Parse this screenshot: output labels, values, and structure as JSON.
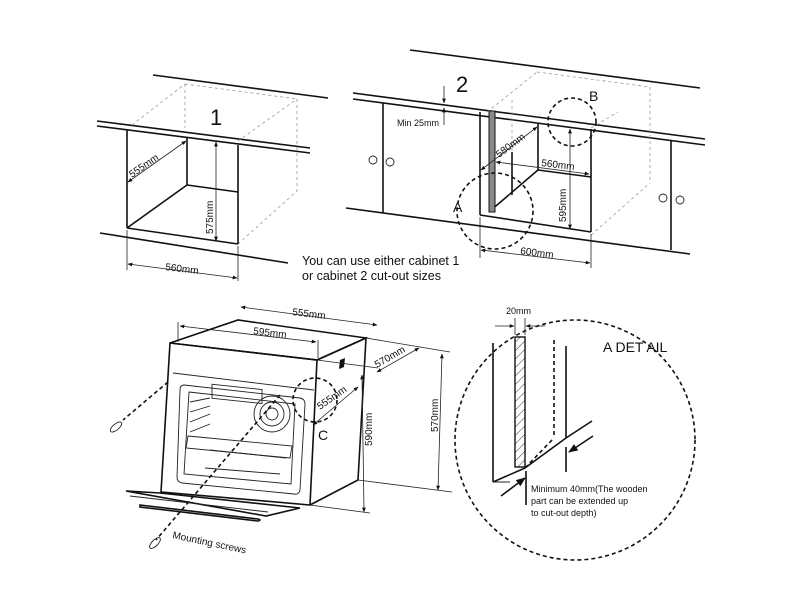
{
  "figure": {
    "cabinet1": {
      "number": "1",
      "depth": "555mm",
      "height": "575mm",
      "width": "560mm"
    },
    "cabinet2": {
      "number": "2",
      "min_gap": "Min 25mm",
      "depth": "580mm",
      "width": "560mm",
      "height": "595mm",
      "outer_width": "600mm",
      "callout_a": "A",
      "callout_b": "B"
    },
    "note": {
      "line1": "You can use either cabinet 1",
      "line2": "or cabinet 2 cut-out sizes"
    },
    "oven": {
      "depth_top": "555mm",
      "front_width": "595mm",
      "side_depth": "570mm",
      "inner_depth": "555mm",
      "front_height": "590mm",
      "body_height": "570mm",
      "callout_c": "C",
      "screws_label": "Mounting screws"
    },
    "detail_a": {
      "title": "A DET AIL",
      "panel_width": "20mm",
      "note_line1": "Minimum 40mm(The wooden",
      "note_line2": "part can be extended up",
      "note_line3": "to cut-out depth)"
    },
    "colors": {
      "line": "#111111",
      "hidden": "#999999",
      "panel_fill": "#8a8a8a",
      "background": "#ffffff"
    }
  }
}
